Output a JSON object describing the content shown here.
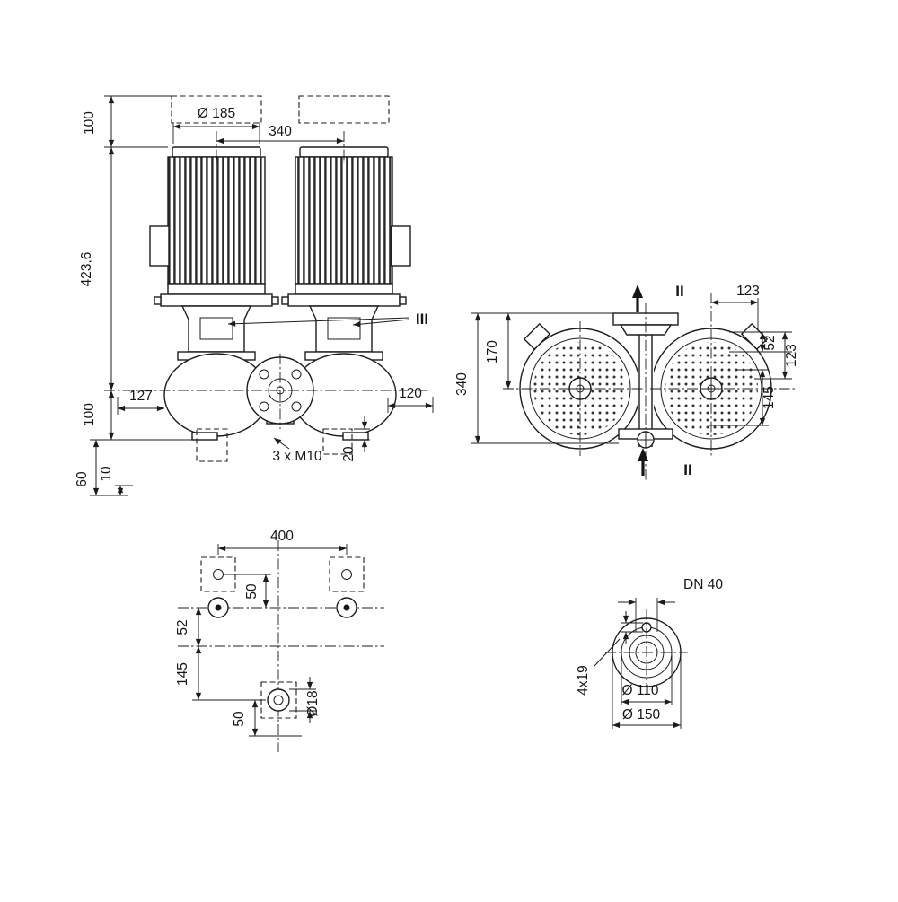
{
  "front_view": {
    "motor_diameter": "Ø 185",
    "motor_spacing": "340",
    "clearance_above_motor": "100",
    "overall_height": "423,6",
    "base_height": "100",
    "offset_left": "127",
    "offset_right": "120",
    "tapped_holes": "3 x M10",
    "dim_20": "20",
    "dim_60": "60",
    "dim_10": "10",
    "section_label": "III"
  },
  "top_view": {
    "dim_170": "170",
    "dim_340": "340",
    "dim_123_top": "123",
    "dim_52": "52",
    "dim_123_right": "123",
    "dim_145": "145",
    "section_top": "II",
    "section_bottom": "II"
  },
  "foundation_plan": {
    "dim_400": "400",
    "dim_50_upper": "50",
    "dim_52": "52",
    "dim_145": "145",
    "dim_50_lower": "50",
    "anchor_hole": "Ø18"
  },
  "flange_detail": {
    "nominal": "DN 40",
    "bolt_holes": "4x19",
    "bolt_circle": "Ø 110",
    "outer": "Ø 150"
  }
}
